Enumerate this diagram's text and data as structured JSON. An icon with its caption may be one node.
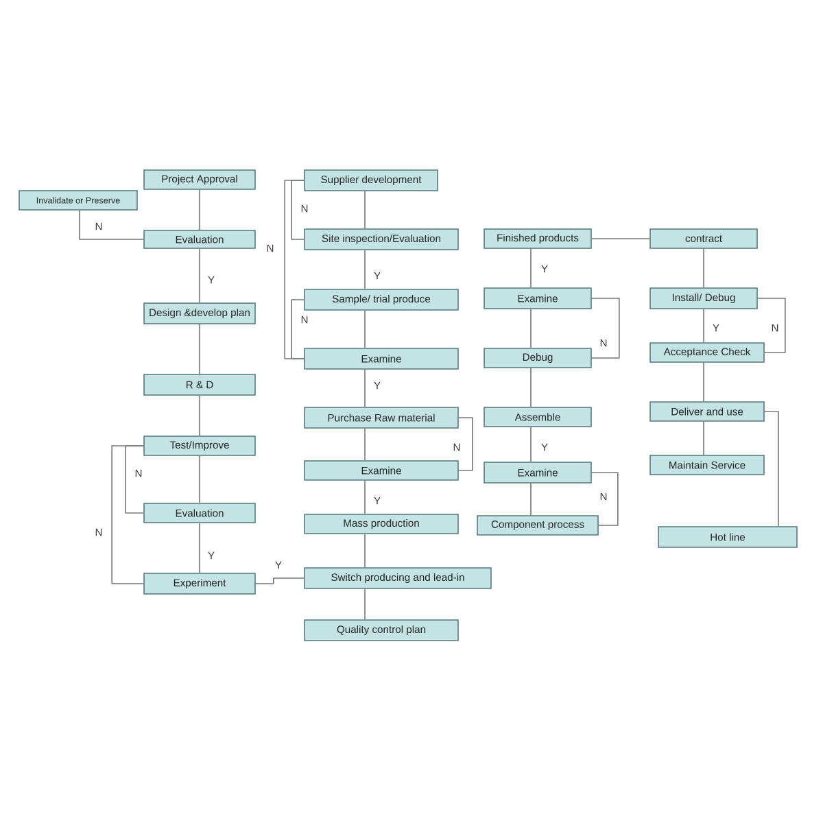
{
  "diagram": {
    "nodes": [
      {
        "text": [
          "Project Approval"
        ]
      },
      {
        "text": [
          "Invalidate or Preserve"
        ]
      },
      {
        "text": [
          "Evaluation"
        ]
      },
      {
        "text": [
          "Design &develop plan"
        ]
      },
      {
        "text": [
          "R & D"
        ]
      },
      {
        "text": [
          "Test/Improve"
        ]
      },
      {
        "text": [
          "Evaluation"
        ]
      },
      {
        "text": [
          "Experiment"
        ]
      },
      {
        "text": [
          "Supplier development"
        ]
      },
      {
        "text": [
          "Site inspection/Evaluation"
        ]
      },
      {
        "text": [
          "Sample/ trial produce"
        ]
      },
      {
        "text": [
          "Examine"
        ]
      },
      {
        "text": [
          "Purchase Raw material"
        ]
      },
      {
        "text": [
          "Examine"
        ]
      },
      {
        "text": [
          "Mass production"
        ]
      },
      {
        "text": [
          "Switch producing and lead-in"
        ]
      },
      {
        "text": [
          "Quality control plan"
        ]
      },
      {
        "text": [
          "Finished products"
        ]
      },
      {
        "text": [
          "Examine"
        ]
      },
      {
        "text": [
          "Debug"
        ]
      },
      {
        "text": [
          "Assemble"
        ]
      },
      {
        "text": [
          "Examine"
        ]
      },
      {
        "text": [
          "Component process"
        ]
      },
      {
        "text": [
          "contract"
        ]
      },
      {
        "text": [
          "Install/ Debug"
        ]
      },
      {
        "text": [
          "Acceptance Check"
        ]
      },
      {
        "text": [
          "Deliver and use"
        ]
      },
      {
        "text": [
          "Maintain Service"
        ]
      },
      {
        "text": [
          "Hot line"
        ]
      }
    ],
    "edges": [
      {
        "from": 0,
        "to": 2,
        "arrow": "none"
      },
      {
        "from": 2,
        "to": 1,
        "arrow": "none",
        "label": "N"
      },
      {
        "from": 2,
        "to": 3,
        "arrow": "none",
        "label": "Y"
      },
      {
        "from": 3,
        "to": 4,
        "arrow": "none"
      },
      {
        "from": 4,
        "to": 5,
        "arrow": "none"
      },
      {
        "from": 5,
        "to": 6,
        "arrow": "none"
      },
      {
        "from": 6,
        "to": 5,
        "arrow": "none",
        "label": "N"
      },
      {
        "from": 6,
        "to": 7,
        "arrow": "none",
        "label": "Y"
      },
      {
        "from": 7,
        "to": 5,
        "arrow": "none",
        "label": "N"
      },
      {
        "from": 7,
        "to": 15,
        "arrow": "none",
        "label": "Y"
      },
      {
        "from": 8,
        "to": 9,
        "arrow": "none"
      },
      {
        "from": 9,
        "to": 8,
        "arrow": "none",
        "label": "N"
      },
      {
        "from": 11,
        "to": 8,
        "arrow": "none",
        "label": "N"
      },
      {
        "from": 9,
        "to": 10,
        "arrow": "none",
        "label": "Y"
      },
      {
        "from": 10,
        "to": 11,
        "arrow": "none"
      },
      {
        "from": 11,
        "to": 10,
        "arrow": "none",
        "label": "N"
      },
      {
        "from": 11,
        "to": 12,
        "arrow": "none",
        "label": "Y"
      },
      {
        "from": 12,
        "to": 13,
        "arrow": "none"
      },
      {
        "from": 13,
        "to": 12,
        "arrow": "none",
        "label": "N"
      },
      {
        "from": 13,
        "to": 14,
        "arrow": "none",
        "label": "Y"
      },
      {
        "from": 14,
        "to": 15,
        "arrow": "none"
      },
      {
        "from": 15,
        "to": 16,
        "arrow": "none"
      },
      {
        "from": 17,
        "to": 23,
        "arrow": "none"
      },
      {
        "from": 17,
        "to": 18,
        "arrow": "none",
        "label": "Y"
      },
      {
        "from": 18,
        "to": 19,
        "arrow": "none"
      },
      {
        "from": 19,
        "to": 18,
        "arrow": "none",
        "label": "N"
      },
      {
        "from": 19,
        "to": 20,
        "arrow": "none"
      },
      {
        "from": 20,
        "to": 21,
        "arrow": "none",
        "label": "Y"
      },
      {
        "from": 21,
        "to": 22,
        "arrow": "none"
      },
      {
        "from": 22,
        "to": 21,
        "arrow": "none",
        "label": "N"
      },
      {
        "from": 23,
        "to": 24,
        "arrow": "none"
      },
      {
        "from": 24,
        "to": 25,
        "arrow": "none",
        "label": "Y"
      },
      {
        "from": 25,
        "to": 24,
        "arrow": "none",
        "label": "N"
      },
      {
        "from": 25,
        "to": 26,
        "arrow": "none"
      },
      {
        "from": 26,
        "to": 27,
        "arrow": "none"
      },
      {
        "from": 26,
        "to": 28,
        "arrow": "none"
      }
    ]
  }
}
